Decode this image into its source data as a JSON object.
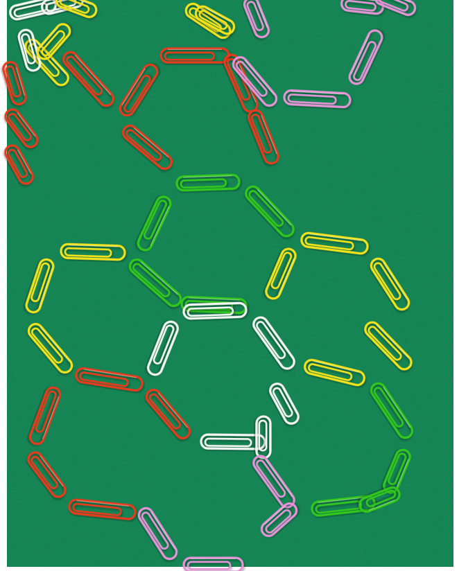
{
  "scene": {
    "subject": "paperclip-hexagon-honeycomb",
    "background_color": "#1c8f5c",
    "frame_color": "#ffffff",
    "clip_colors": {
      "red": "#e63a1e",
      "yellow": "#f2e21c",
      "green": "#33c71c",
      "white": "#f3f5f2",
      "pink": "#e493d6"
    }
  },
  "clips": [
    {
      "color": "red"
    },
    {
      "color": "red"
    },
    {
      "color": "red"
    },
    {
      "color": "red"
    },
    {
      "color": "red"
    },
    {
      "color": "red"
    },
    {
      "color": "pink"
    },
    {
      "color": "pink"
    },
    {
      "color": "pink"
    },
    {
      "color": "green"
    },
    {
      "color": "green"
    },
    {
      "color": "green"
    },
    {
      "color": "green"
    },
    {
      "color": "green"
    },
    {
      "color": "yellow"
    },
    {
      "color": "yellow"
    },
    {
      "color": "yellow"
    },
    {
      "color": "yellow"
    },
    {
      "color": "yellow"
    },
    {
      "color": "yellow"
    },
    {
      "color": "yellow"
    },
    {
      "color": "yellow"
    },
    {
      "color": "yellow"
    },
    {
      "color": "yellow"
    },
    {
      "color": "white"
    },
    {
      "color": "white"
    },
    {
      "color": "white"
    },
    {
      "color": "white"
    },
    {
      "color": "white"
    },
    {
      "color": "white"
    },
    {
      "color": "red"
    },
    {
      "color": "red"
    },
    {
      "color": "red"
    },
    {
      "color": "red"
    },
    {
      "color": "red"
    },
    {
      "color": "green"
    },
    {
      "color": "green"
    },
    {
      "color": "green"
    },
    {
      "color": "green"
    },
    {
      "color": "pink"
    },
    {
      "color": "pink"
    },
    {
      "color": "pink"
    },
    {
      "color": "pink"
    },
    {
      "color": "white"
    },
    {
      "color": "white"
    },
    {
      "color": "white"
    },
    {
      "color": "red"
    },
    {
      "color": "red"
    },
    {
      "color": "red"
    },
    {
      "color": "yellow"
    },
    {
      "color": "yellow"
    },
    {
      "color": "yellow"
    },
    {
      "color": "pink"
    },
    {
      "color": "pink"
    },
    {
      "color": "pink"
    }
  ]
}
